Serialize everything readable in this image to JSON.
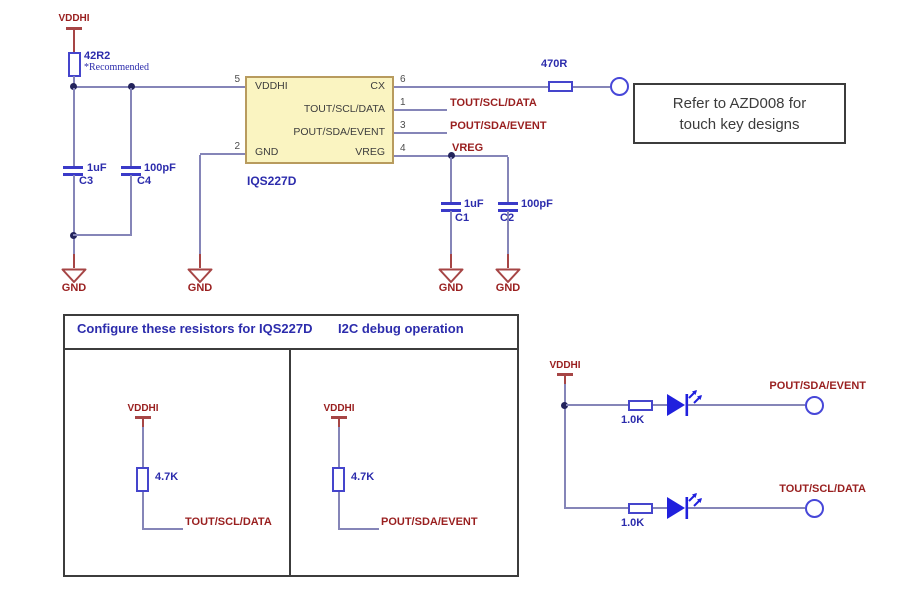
{
  "nets": {
    "vddhi": "VDDHI",
    "gnd": "GND",
    "vreg": "VREG",
    "tout": "TOUT/SCL/DATA",
    "pout": "POUT/SDA/EVENT"
  },
  "components": {
    "r_supply": {
      "value": "42R2",
      "note": "*Recommended"
    },
    "r_cx": {
      "value": "470R"
    },
    "c1": {
      "value": "1uF",
      "ref": "C1"
    },
    "c2": {
      "value": "100pF",
      "ref": "C2"
    },
    "c3": {
      "value": "1uF",
      "ref": "C3"
    },
    "c4": {
      "value": "100pF",
      "ref": "C4"
    }
  },
  "chip": {
    "ref": "IQS227D",
    "pins": [
      {
        "num": "5",
        "name": "VDDHI"
      },
      {
        "num": "2",
        "name": "GND"
      },
      {
        "num": "6",
        "name": "CX"
      },
      {
        "num": "1",
        "name": "TOUT/SCL/DATA"
      },
      {
        "num": "3",
        "name": "POUT/SDA/EVENT"
      },
      {
        "num": "4",
        "name": "VREG"
      }
    ]
  },
  "note_box": {
    "line1": "Refer to AZD008 for",
    "line2": "touch key designs"
  },
  "config_box": {
    "title": "Configure these resistors for IQS227D",
    "title2": "I2C debug operation",
    "left_cell": {
      "power": "VDDHI",
      "resistor": "4.7K",
      "net": "TOUT/SCL/DATA"
    },
    "right_cell": {
      "power": "VDDHI",
      "resistor": "4.7K",
      "net": "POUT/SDA/EVENT"
    }
  },
  "led_circuit": {
    "power": "VDDHI",
    "rows": [
      {
        "resistor": "1.0K",
        "net": "POUT/SDA/EVENT"
      },
      {
        "resistor": "1.0K",
        "net": "TOUT/SCL/DATA"
      }
    ]
  },
  "colors": {
    "wire": "#8585b8",
    "component_outline": "#4545cc",
    "text_blue": "#2c2cac",
    "text_red": "#991f1f",
    "symbol_red": "#a64545",
    "chip_fill": "#faf4c1",
    "chip_border": "#b89b5e",
    "led_blue": "#2020dd",
    "junction": "#23235c",
    "box_border": "#3c3c3c"
  }
}
